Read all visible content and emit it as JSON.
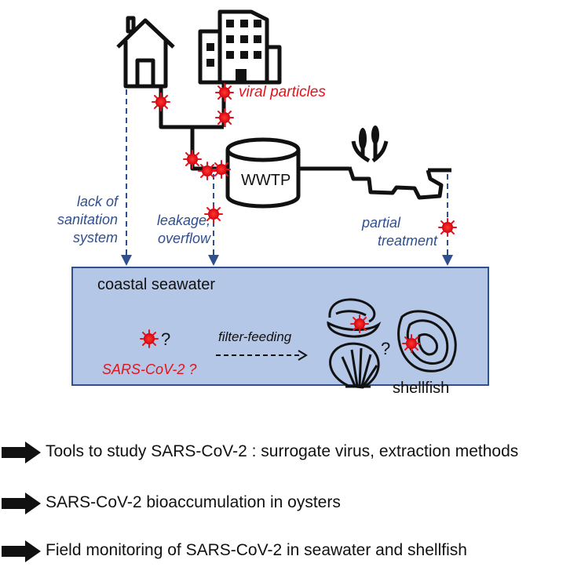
{
  "diagram": {
    "label_viral_particles": "viral particles",
    "label_wwtp": "WWTP",
    "label_lack_of_sanitation": [
      "lack of",
      "sanitation",
      "system"
    ],
    "label_leakage": [
      "leakage,",
      "overflow"
    ],
    "label_partial_treatment": [
      "partial",
      "treatment"
    ],
    "label_coastal_seawater": "coastal seawater",
    "label_question": "?",
    "label_sars_question": "SARS-CoV-2 ?",
    "label_filter_feeding": "filter-feeding",
    "label_question_shellfish": "?",
    "label_shellfish": "shellfish"
  },
  "bullets": [
    "Tools to study SARS-CoV-2 : surrogate virus, extraction methods",
    "SARS-CoV-2 bioaccumulation in oysters",
    "Field monitoring of SARS-CoV-2 in seawater and shellfish"
  ],
  "colors": {
    "seawater_fill": "#b4c7e7",
    "seawater_border": "#2f4f8f",
    "text_blue": "#2f4f8f",
    "virus_red": "#e3141b",
    "line_black": "#111111"
  },
  "icons": [
    "house-icon",
    "building-icon",
    "wwtp-tank-icon",
    "wetland-reed-icon",
    "virus-particle-icon",
    "oyster-icon",
    "scallop-icon",
    "open-oyster-icon",
    "arrow-right-icon"
  ]
}
